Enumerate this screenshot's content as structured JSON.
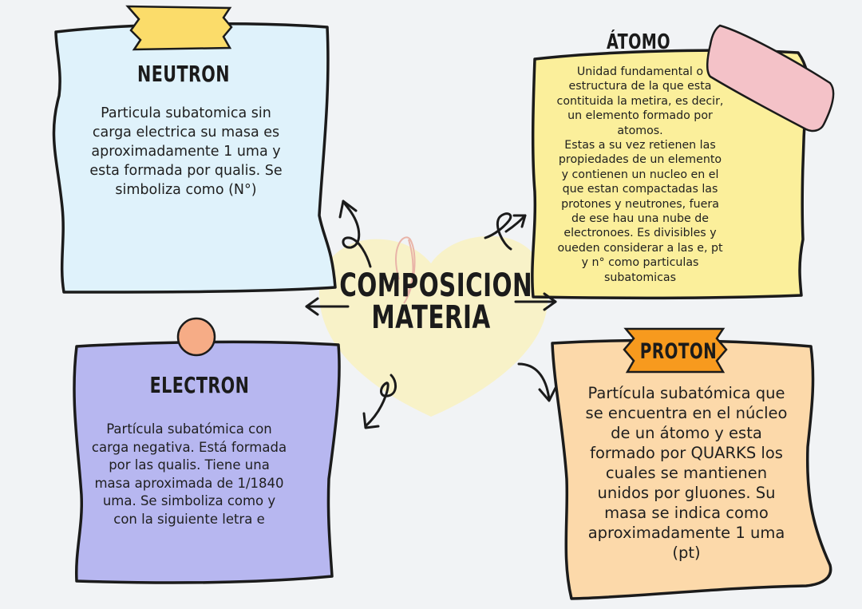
{
  "colors": {
    "background": "#f1f3f5",
    "neutron_card": "#dff2fb",
    "atomo_card": "#fbef9b",
    "electron_card": "#b7b7f0",
    "proton_card": "#fcd9aa",
    "center_heart": "#f8f2c8",
    "tape_yellow": "#fbdc6a",
    "tape_pink": "#f4c2c8",
    "tape_orange": "#f79a1e",
    "electron_circle": "#f6ac86",
    "outline": "#1b1b1b"
  },
  "center": {
    "title": "COMPOSICION\nMATERIA"
  },
  "neutron": {
    "title": "NEUTRON",
    "text": "Particula subatomica sin\ncarga electrica  su masa es\naproximadamente 1 uma y\nesta formada por qualis. Se\nsimboliza como (N°)"
  },
  "atomo": {
    "title": "ÁTOMO",
    "text": "Unidad fundamental o\nestructura  de la que esta\ncontituida la metira, es decir,\nun elemento formado por\natomos.\nEstas a su vez retienen las\npropiedades de un elemento\ny contienen un nucleo en el\nque estan compactadas las\nprotones y neutrones, fuera\nde ese hau una nube de\nelectronoes. Es divisibles y\noueden considerar a las e, pt\ny n° como particulas\nsubatomicas"
  },
  "electron": {
    "title": "ELECTRON",
    "text": "Partícula subatómica con\ncarga negativa. Está formada\npor las qualis. Tiene una\nmasa aproximada de 1/1840\numa. Se simboliza como  y\ncon la siguiente letra e"
  },
  "proton": {
    "title": "PROTON",
    "text": "Partícula subatómica que\nse encuentra en el núcleo\nde un átomo y esta\nformado por QUARKS los\ncuales se mantienen\nunidos por gluones. Su\nmasa se indica como\naproximadamente  1 uma\n(pt)"
  }
}
